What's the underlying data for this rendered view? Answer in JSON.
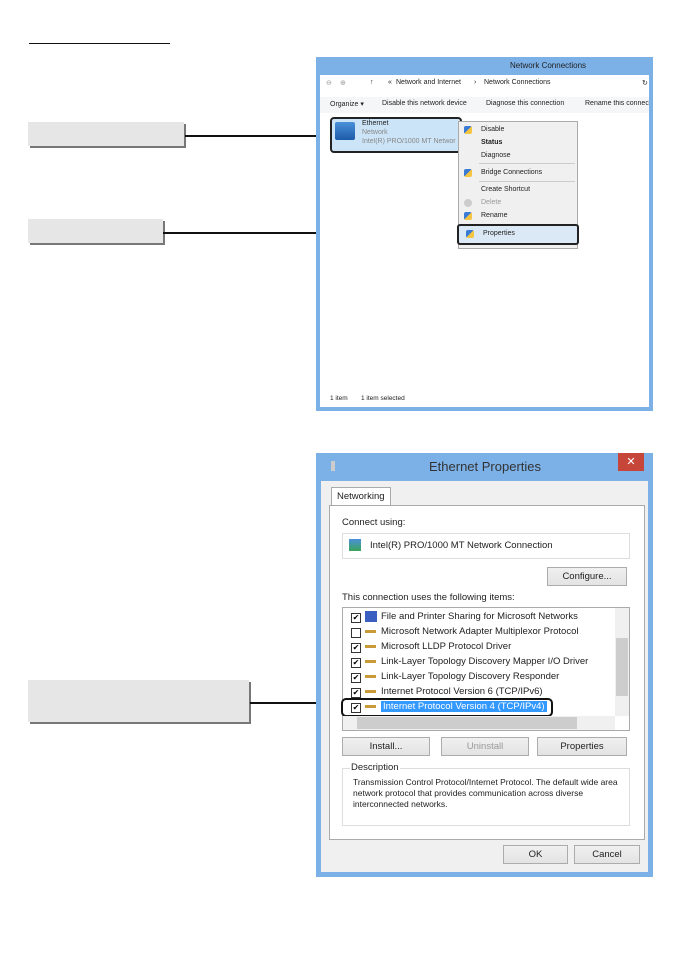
{
  "colors": {
    "window_border": "#7cb1e8",
    "selection": "#3399ff",
    "close": "#c7463a"
  },
  "network_connections": {
    "title": "Network Connections",
    "breadcrumb": [
      "Network and Internet",
      "Network Connections"
    ],
    "toolbar": [
      "Organize ▾",
      "Disable this network device",
      "Diagnose this connection",
      "Rename this connecti"
    ],
    "adapter": {
      "name": "Ethernet",
      "status": "Network",
      "device": "Intel(R) PRO/1000 MT Networ"
    },
    "context_menu": [
      "Disable",
      "Status",
      "Diagnose",
      "Bridge Connections",
      "Create Shortcut",
      "Delete",
      "Rename",
      "Properties"
    ],
    "statusbar": {
      "count": "1 item",
      "selected": "1 item selected"
    }
  },
  "ethernet_properties": {
    "title": "Ethernet Properties",
    "tab": "Networking",
    "connect_using_label": "Connect using:",
    "adapter": "Intel(R) PRO/1000 MT Network Connection",
    "configure": "Configure...",
    "items_label": "This connection uses the following items:",
    "items": [
      {
        "label": "File and Printer Sharing for Microsoft Networks",
        "checked": true
      },
      {
        "label": "Microsoft Network Adapter Multiplexor Protocol",
        "checked": false
      },
      {
        "label": "Microsoft LLDP Protocol Driver",
        "checked": true
      },
      {
        "label": "Link-Layer Topology Discovery Mapper I/O Driver",
        "checked": true
      },
      {
        "label": "Link-Layer Topology Discovery Responder",
        "checked": true
      },
      {
        "label": "Internet Protocol Version 6 (TCP/IPv6)",
        "checked": true
      },
      {
        "label": "Internet Protocol Version 4 (TCP/IPv4)",
        "checked": true,
        "selected": true
      }
    ],
    "install": "Install...",
    "uninstall": "Uninstall",
    "properties": "Properties",
    "description_label": "Description",
    "description": "Transmission Control Protocol/Internet Protocol. The default wide area network protocol that provides communication across diverse interconnected networks.",
    "ok": "OK",
    "cancel": "Cancel"
  }
}
